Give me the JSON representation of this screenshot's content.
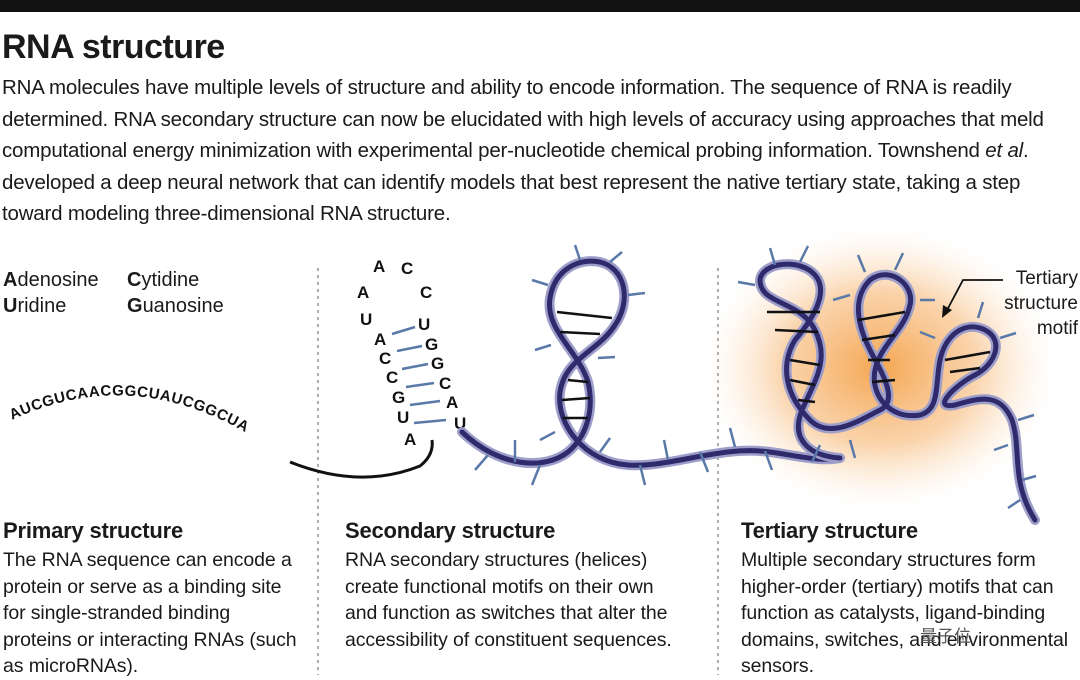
{
  "title": "RNA structure",
  "intro": {
    "before": "RNA molecules have multiple levels of structure and ability to encode information. The sequence of RNA is readily determined. RNA secondary structure can now be elucidated with high levels of accuracy using approaches that meld computational energy minimization with experimental per-nucleotide chemical probing information. Townshend ",
    "italic": "et al",
    "after": ". developed a deep neural network that can identify models that best represent the native tertiary state, taking a step toward modeling three-dimensional RNA  structure."
  },
  "legend": [
    {
      "initial": "A",
      "rest": "denosine"
    },
    {
      "initial": "C",
      "rest": "ytidine"
    },
    {
      "initial": "U",
      "rest": "ridine"
    },
    {
      "initial": "G",
      "rest": "uanosine"
    }
  ],
  "primary_sequence": "AUCGUCAACGGCUAUCGGCUA",
  "hairpin": {
    "left_strand": [
      "A",
      "U",
      "A",
      "C",
      "C",
      "G",
      "U",
      "A"
    ],
    "loop": [
      "A",
      "C",
      "C"
    ],
    "right_strand": [
      "U",
      "G",
      "G",
      "C",
      "A",
      "U"
    ]
  },
  "motif_label": "Tertiary structure motif",
  "columns": [
    {
      "title": "Primary structure",
      "text": "The RNA sequence can encode a protein or serve as a binding site for single-stranded binding proteins or interacting RNAs (such as microRNAs)."
    },
    {
      "title": "Secondary structure",
      "text": "RNA secondary structures (helices) create functional motifs on their own and function as switches that alter the accessibility of constituent sequences."
    },
    {
      "title": "Tertiary structure",
      "text": "Multiple secondary structures form higher-order (tertiary) motifs that can function as catalysts, ligand-binding domains, switches, and environmental sensors."
    }
  ],
  "watermark": "量子位",
  "colors": {
    "strand_fill": "#2e2a6b",
    "strand_outline": "#9d9ec9",
    "spikes": "#5a79a8",
    "glow": "#f4a24e",
    "bonds": "#111111"
  }
}
